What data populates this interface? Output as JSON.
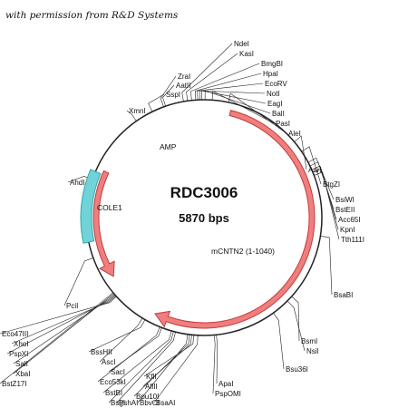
{
  "credit": "with permission from R&D Systems",
  "plasmid": {
    "name": "RDC3006",
    "size": "5870 bps"
  },
  "colors": {
    "backbone": "#222222",
    "arrow_fill": "#ef7f7f",
    "arrow_stroke": "#c43b3b",
    "cole1_fill": "#6fd3d8",
    "cole1_stroke": "#35a9ae",
    "tick": "#222222"
  },
  "features": [
    {
      "name": "AMP",
      "type": "arrow",
      "start_deg": 295,
      "end_deg": 237,
      "direction": "ccw"
    },
    {
      "name": "mCNTN2 (1-1040)",
      "type": "arrow",
      "start_deg": 14,
      "end_deg": 207,
      "direction": "cw"
    },
    {
      "name": "COLE1",
      "type": "box",
      "start_deg": 258,
      "end_deg": 293
    }
  ],
  "sites": {
    "top": [
      {
        "name": "NdeI",
        "deg": 350
      },
      {
        "name": "KasI",
        "deg": 352
      },
      {
        "name": "BmgBI",
        "deg": 354
      },
      {
        "name": "HpaI",
        "deg": 356
      },
      {
        "name": "EcoRV",
        "deg": 357
      },
      {
        "name": "NotI",
        "deg": 358
      },
      {
        "name": "EagI",
        "deg": 359
      },
      {
        "name": "BalI",
        "deg": 0.5
      },
      {
        "name": "PasI",
        "deg": 4
      },
      {
        "name": "AleI",
        "deg": 12
      }
    ],
    "right_upper": [
      {
        "name": "AarI",
        "deg": 50
      },
      {
        "name": "BtgZI",
        "deg": 56
      },
      {
        "name": "BsiWI",
        "deg": 62
      },
      {
        "name": "BstEII",
        "deg": 64
      },
      {
        "name": "Acc65I",
        "deg": 66
      },
      {
        "name": "KpnI",
        "deg": 67.5
      },
      {
        "name": "Tth111I",
        "deg": 69
      },
      {
        "name": "BsaBI",
        "deg": 99
      }
    ],
    "right_lower": [
      {
        "name": "BsmI",
        "deg": 132
      },
      {
        "name": "NsiI",
        "deg": 135
      },
      {
        "name": "Bsu36I",
        "deg": 144
      }
    ],
    "bottom": [
      {
        "name": "ApaI",
        "deg": 174
      },
      {
        "name": "PspOMI",
        "deg": 175
      },
      {
        "name": "KflI",
        "deg": 185
      },
      {
        "name": "AflII",
        "deg": 186
      },
      {
        "name": "Bpu10I",
        "deg": 187
      },
      {
        "name": "BbvCI",
        "deg": 188
      },
      {
        "name": "BsaAI",
        "deg": 183
      }
    ],
    "bottom_left": [
      {
        "name": "BssHII",
        "deg": 210
      },
      {
        "name": "AscI",
        "deg": 211.5
      },
      {
        "name": "SacI",
        "deg": 201
      },
      {
        "name": "Eco53kI",
        "deg": 202
      },
      {
        "name": "BstBI",
        "deg": 196
      },
      {
        "name": "BsgI",
        "deg": 195
      },
      {
        "name": "PshAI",
        "deg": 194
      }
    ],
    "left_lower": [
      {
        "name": "Eco47III",
        "deg": 228
      },
      {
        "name": "XhoI",
        "deg": 228.5
      },
      {
        "name": "PspXI",
        "deg": 229
      },
      {
        "name": "SalI",
        "deg": 229.5
      },
      {
        "name": "XbaI",
        "deg": 230
      },
      {
        "name": "BstZ17I",
        "deg": 230.5
      },
      {
        "name": "PciI",
        "deg": 250
      }
    ],
    "left_upper": [
      {
        "name": "AhdI",
        "deg": 289
      },
      {
        "name": "XmnI",
        "deg": 325
      },
      {
        "name": "SspI",
        "deg": 334
      },
      {
        "name": "ZraI",
        "deg": 340
      },
      {
        "name": "AatII",
        "deg": 341
      }
    ]
  }
}
